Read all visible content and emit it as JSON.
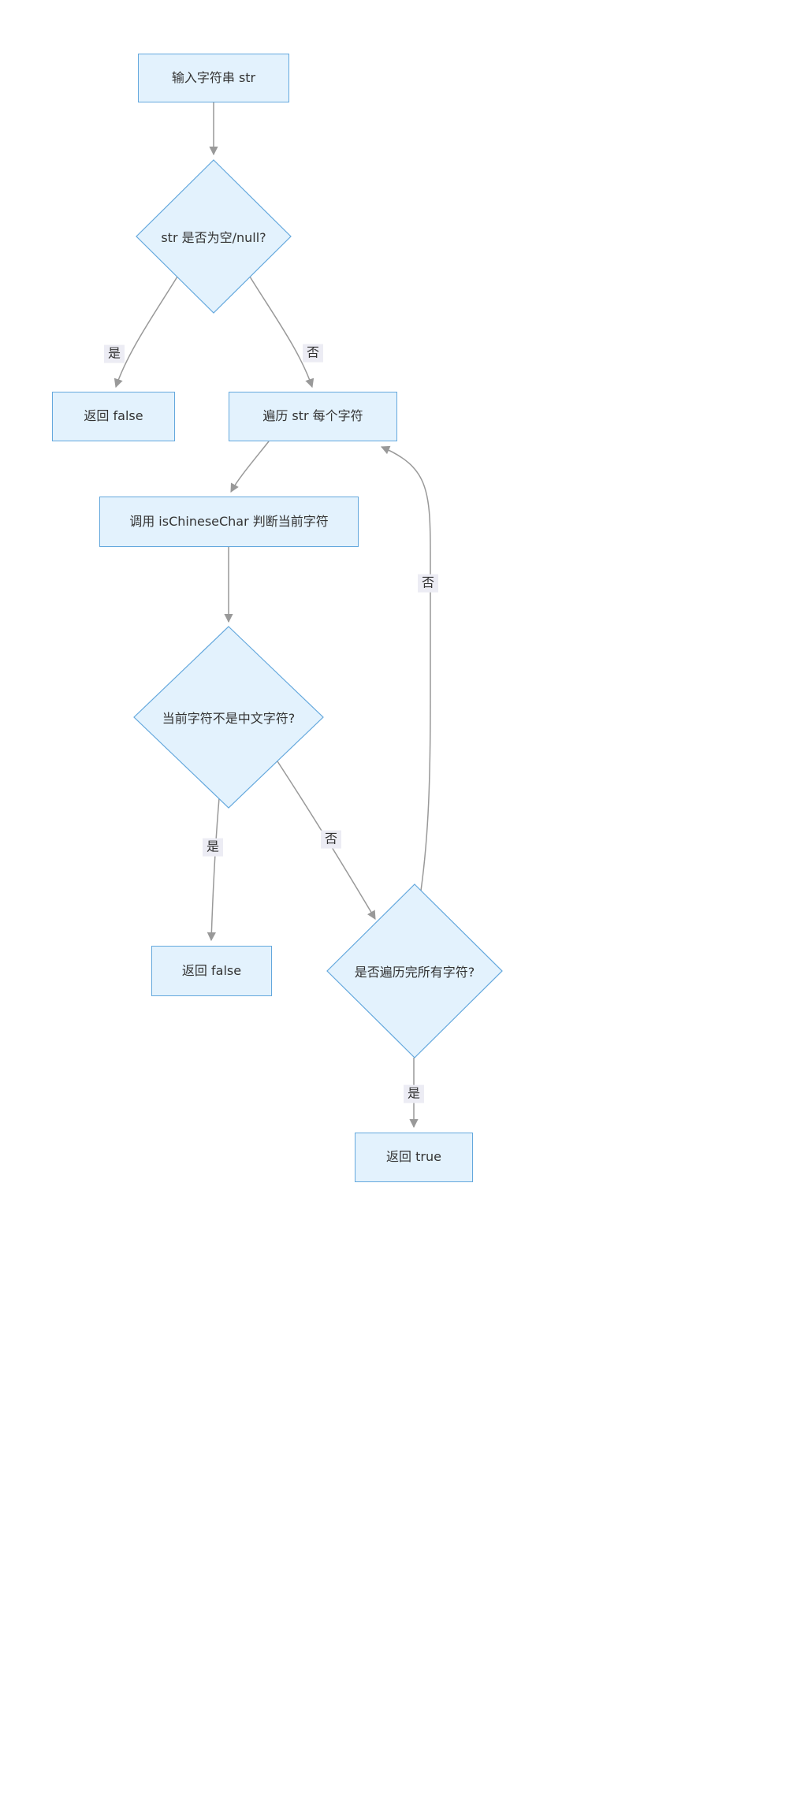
{
  "diagram": {
    "type": "flowchart",
    "direction": "top-down",
    "colors": {
      "node_fill": "#e3f2fd",
      "node_stroke": "#64a8dd",
      "edge_stroke": "#999999",
      "edge_label_bg": "#ececf4",
      "text": "#333333",
      "background": "#ffffff"
    },
    "nodes": [
      {
        "id": "start",
        "shape": "rect",
        "label": "输入字符串 str"
      },
      {
        "id": "check_empty",
        "shape": "diamond",
        "label": "str 是否为空/null?"
      },
      {
        "id": "return_false_empty",
        "shape": "rect",
        "label": "返回 false"
      },
      {
        "id": "iterate_chars",
        "shape": "rect",
        "label": "遍历 str 每个字符"
      },
      {
        "id": "call_is_chinese_char",
        "shape": "rect",
        "label": "调用 isChineseChar 判断当前字符"
      },
      {
        "id": "check_not_chinese",
        "shape": "diamond",
        "label": "当前字符不是中文字符?"
      },
      {
        "id": "return_false_not_chinese",
        "shape": "rect",
        "label": "返回 false"
      },
      {
        "id": "check_all_done",
        "shape": "diamond",
        "label": "是否遍历完所有字符?"
      },
      {
        "id": "return_true",
        "shape": "rect",
        "label": "返回 true"
      }
    ],
    "edges": [
      {
        "from": "start",
        "to": "check_empty",
        "label": ""
      },
      {
        "from": "check_empty",
        "to": "return_false_empty",
        "label": "是"
      },
      {
        "from": "check_empty",
        "to": "iterate_chars",
        "label": "否"
      },
      {
        "from": "iterate_chars",
        "to": "call_is_chinese_char",
        "label": ""
      },
      {
        "from": "call_is_chinese_char",
        "to": "check_not_chinese",
        "label": ""
      },
      {
        "from": "check_not_chinese",
        "to": "return_false_not_chinese",
        "label": "是"
      },
      {
        "from": "check_not_chinese",
        "to": "check_all_done",
        "label": "否"
      },
      {
        "from": "check_all_done",
        "to": "return_true",
        "label": "是"
      },
      {
        "from": "check_all_done",
        "to": "iterate_chars",
        "label": "否"
      }
    ]
  }
}
